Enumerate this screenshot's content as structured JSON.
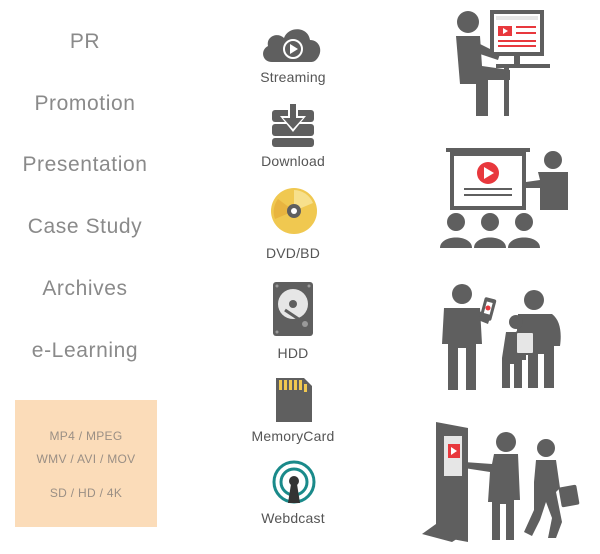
{
  "uses": [
    {
      "label": "PR"
    },
    {
      "label": "Promotion"
    },
    {
      "label": "Presentation"
    },
    {
      "label": "Case Study"
    },
    {
      "label": "Archives"
    },
    {
      "label": "e-Learning"
    }
  ],
  "formats": {
    "line1": "MP4 / MPEG",
    "line2": "WMV / AVI /  MOV",
    "line3": "SD / HD / 4K",
    "background": "#fbdcb9"
  },
  "media": [
    {
      "label": "Streaming",
      "icon": "cloud-play-icon"
    },
    {
      "label": "Download",
      "icon": "download-tray-icon"
    },
    {
      "label": "DVD/BD",
      "icon": "disc-icon"
    },
    {
      "label": "HDD",
      "icon": "hard-drive-icon"
    },
    {
      "label": "MemoryCard",
      "icon": "sd-card-icon"
    },
    {
      "label": "Webdcast",
      "icon": "broadcast-icon"
    }
  ],
  "scenes": [
    {
      "icon": "person-at-computer-icon"
    },
    {
      "icon": "presentation-audience-icon"
    },
    {
      "icon": "people-with-devices-icon"
    },
    {
      "icon": "kiosk-visitors-icon"
    }
  ],
  "colors": {
    "figure": "#5f5f5f",
    "accent_red": "#e8383d",
    "accent_yellow": "#f0c850",
    "accent_teal": "#1a8a8a",
    "text": "#8a8a8a"
  }
}
